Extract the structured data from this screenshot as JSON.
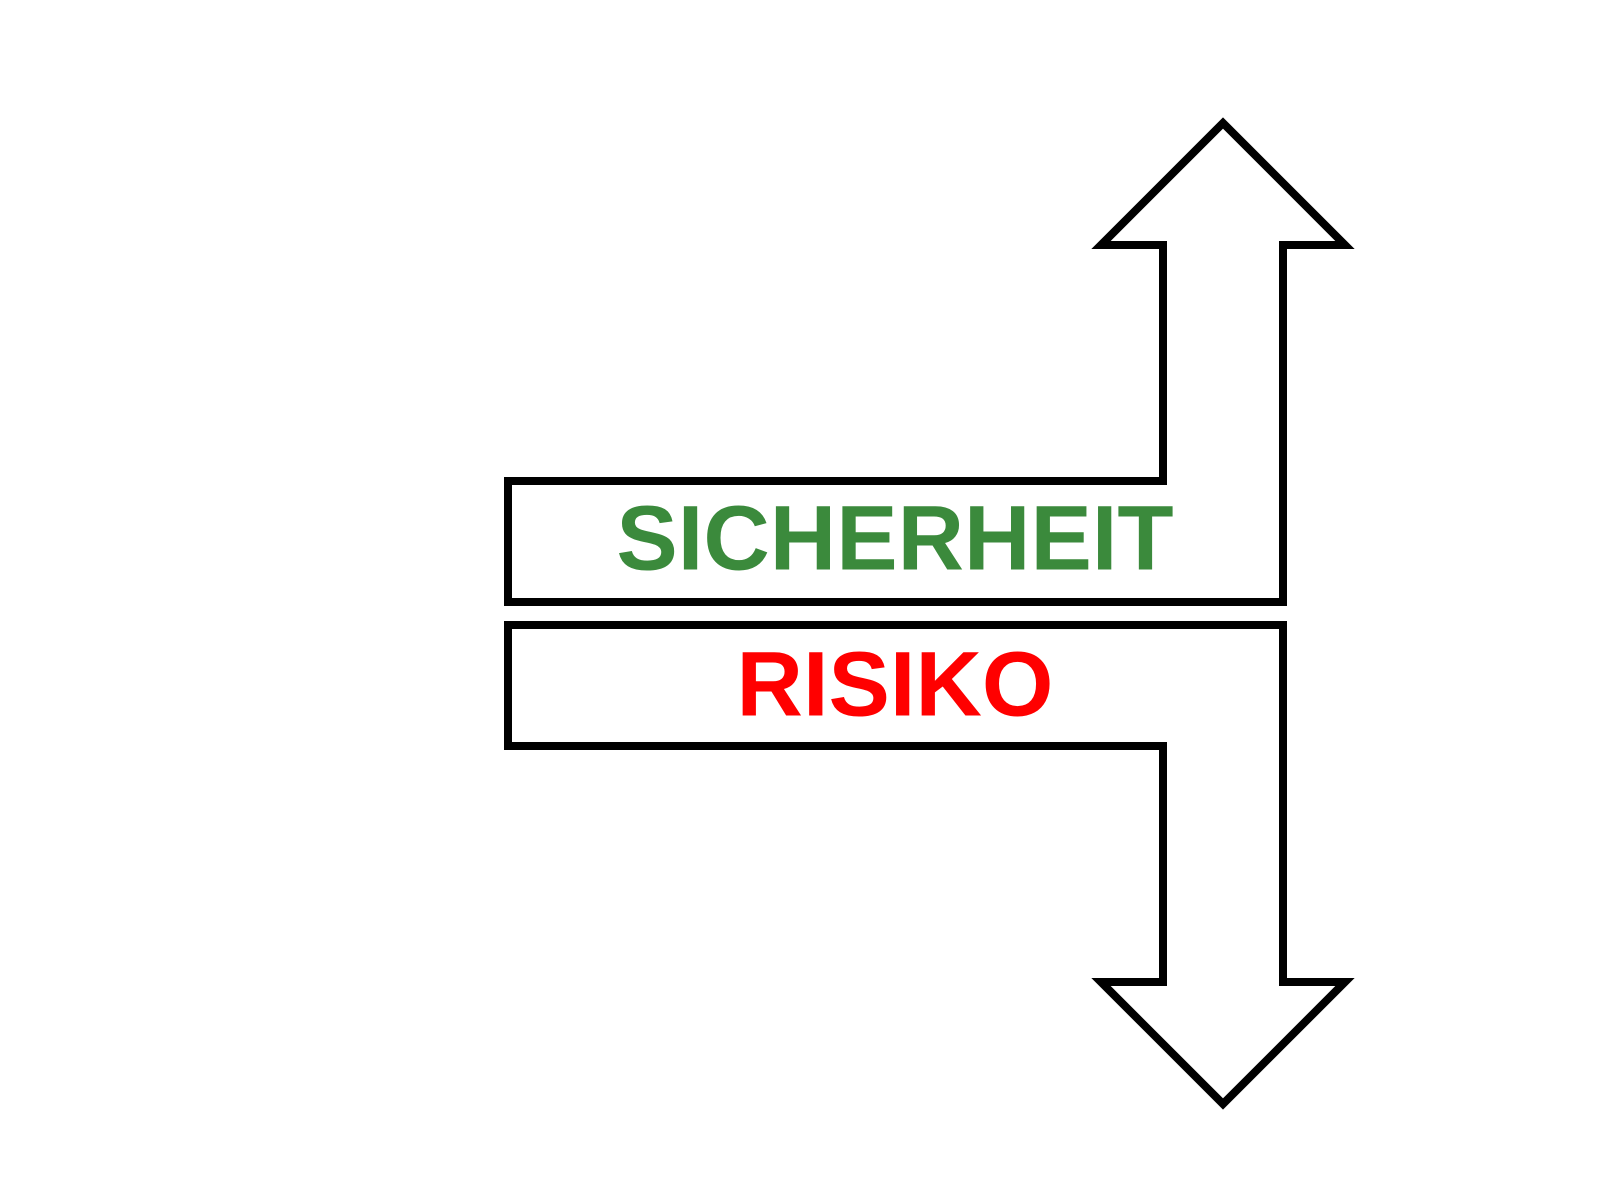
{
  "diagram": {
    "upper_arrow": {
      "label": "SICHERHEIT",
      "label_color": "#3b8a3c",
      "direction": "up"
    },
    "lower_arrow": {
      "label": "RISIKO",
      "label_color": "#ff0000",
      "direction": "down"
    },
    "outline_color": "#000000"
  }
}
